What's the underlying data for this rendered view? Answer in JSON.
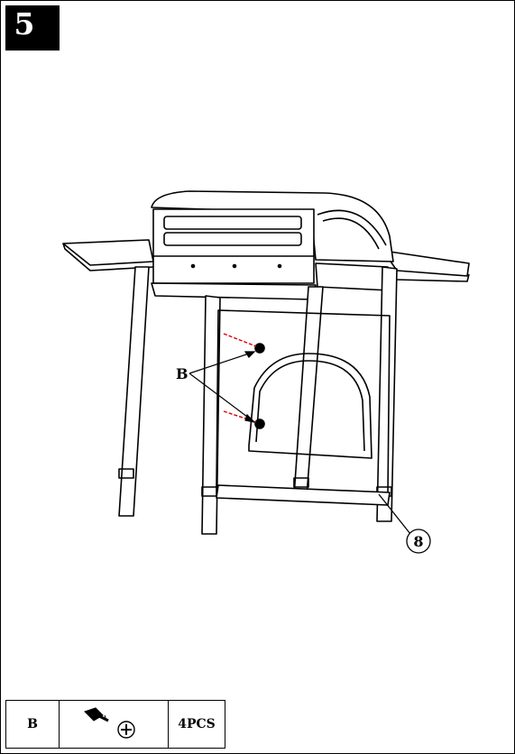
{
  "step": {
    "number": "5"
  },
  "callouts": {
    "part_b": "B",
    "part_8": "8"
  },
  "parts": [
    {
      "code": "B",
      "icon": "screw-icon",
      "quantity": "4PCS"
    }
  ]
}
